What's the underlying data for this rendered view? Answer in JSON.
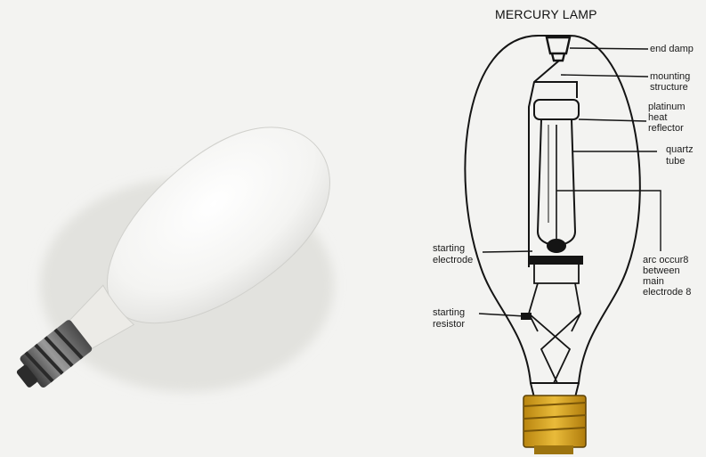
{
  "diagram": {
    "title": "MERCURY LAMP",
    "labels": {
      "end_damp": "end damp",
      "mounting_1": "mounting",
      "mounting_2": "structure",
      "platinum_1": "platinum",
      "platinum_2": "heat",
      "platinum_3": "reflector",
      "quartz_1": "quartz",
      "quartz_2": "tube",
      "arc_1": "arc occur8",
      "arc_2": "between",
      "arc_3": "main",
      "arc_4": "electrode 8",
      "starting_electrode_1": "starting",
      "starting_electrode_2": "electrode",
      "starting_resistor_1": "starting",
      "starting_resistor_2": "resistor"
    }
  },
  "colors": {
    "background": "#f3f3f1",
    "line": "#141414",
    "base_gold": "#d6a21c",
    "photo_bulb": "#f7f7f5"
  }
}
